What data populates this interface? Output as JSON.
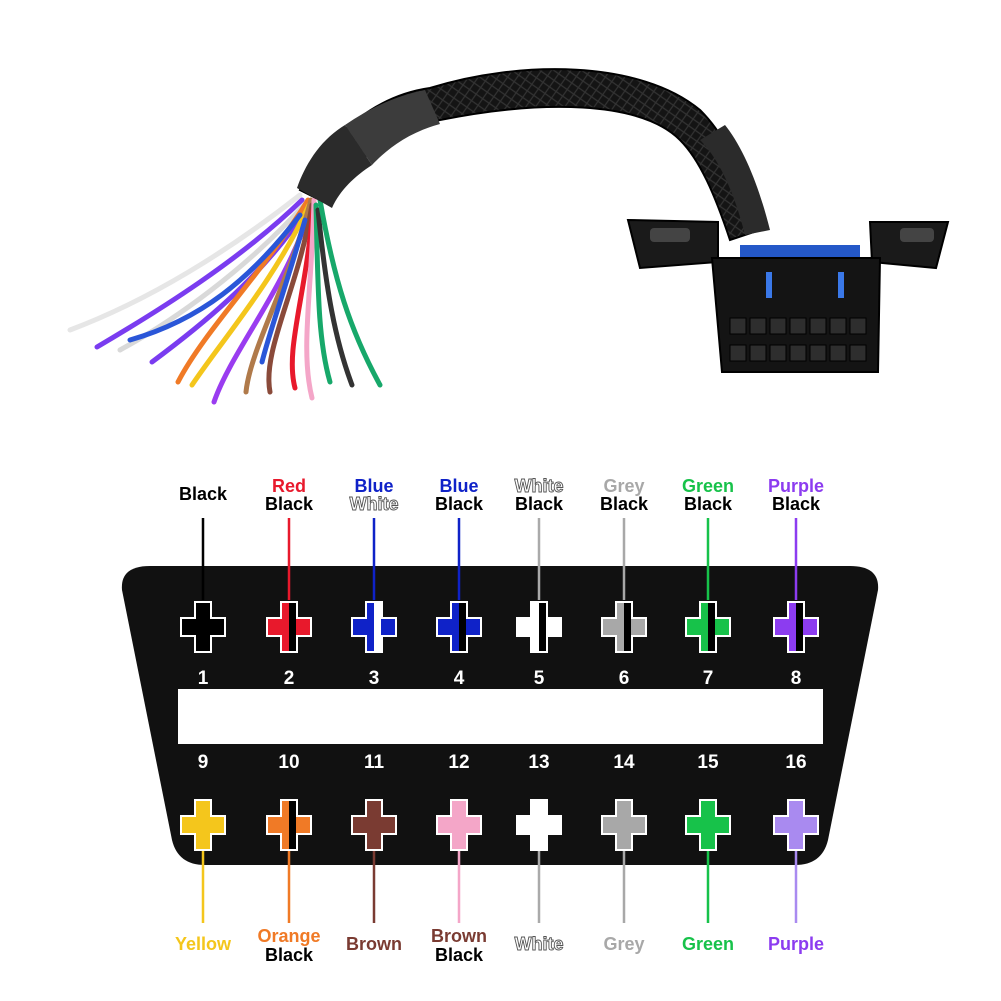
{
  "pins_top": [
    {
      "number": "1",
      "colors": [
        "Black"
      ],
      "primary": "#000000",
      "secondary": "#000000"
    },
    {
      "number": "2",
      "colors": [
        "Red",
        "Black"
      ],
      "primary": "#e8192c",
      "secondary": "#000000"
    },
    {
      "number": "3",
      "colors": [
        "Blue",
        "White"
      ],
      "primary": "#0f22c8",
      "secondary": "#ffffff"
    },
    {
      "number": "4",
      "colors": [
        "Blue",
        "Black"
      ],
      "primary": "#0f22c8",
      "secondary": "#000000"
    },
    {
      "number": "5",
      "colors": [
        "White",
        "Black"
      ],
      "primary": "#ffffff",
      "secondary": "#000000"
    },
    {
      "number": "6",
      "colors": [
        "Grey",
        "Black"
      ],
      "primary": "#a8a8a8",
      "secondary": "#000000"
    },
    {
      "number": "7",
      "colors": [
        "Green",
        "Black"
      ],
      "primary": "#17c24a",
      "secondary": "#000000"
    },
    {
      "number": "8",
      "colors": [
        "Purple",
        "Black"
      ],
      "primary": "#8c3cf0",
      "secondary": "#000000"
    }
  ],
  "pins_bottom": [
    {
      "number": "9",
      "colors": [
        "Yellow"
      ],
      "primary": "#f4c61c",
      "secondary": "#f4c61c"
    },
    {
      "number": "10",
      "colors": [
        "Orange",
        "Black"
      ],
      "primary": "#f07a26",
      "secondary": "#000000"
    },
    {
      "number": "11",
      "colors": [
        "Brown"
      ],
      "primary": "#7a3b32",
      "secondary": "#7a3b32"
    },
    {
      "number": "12",
      "colors": [
        "Brown",
        "Black"
      ],
      "primary": "#f4a6c8",
      "secondary": "#f4a6c8",
      "label_primary": "#7a3b32"
    },
    {
      "number": "13",
      "colors": [
        "White"
      ],
      "primary": "#ffffff",
      "secondary": "#ffffff"
    },
    {
      "number": "14",
      "colors": [
        "Grey"
      ],
      "primary": "#a8a8a8",
      "secondary": "#a8a8a8"
    },
    {
      "number": "15",
      "colors": [
        "Green"
      ],
      "primary": "#17c24a",
      "secondary": "#17c24a"
    },
    {
      "number": "16",
      "colors": [
        "Purple"
      ],
      "primary": "#a98af0",
      "secondary": "#a98af0",
      "label_primary": "#8c3cf0"
    }
  ],
  "colors": {
    "connector_body": "#111111",
    "center_bar": "#ffffff",
    "Black": "#000000",
    "Red": "#e8192c",
    "Blue": "#0f22c8",
    "White": "#ffffff",
    "Grey": "#a8a8a8",
    "Green": "#17c24a",
    "Purple": "#8c3cf0",
    "Yellow": "#f4c61c",
    "Orange": "#f07a26",
    "Brown": "#7a3b32"
  }
}
